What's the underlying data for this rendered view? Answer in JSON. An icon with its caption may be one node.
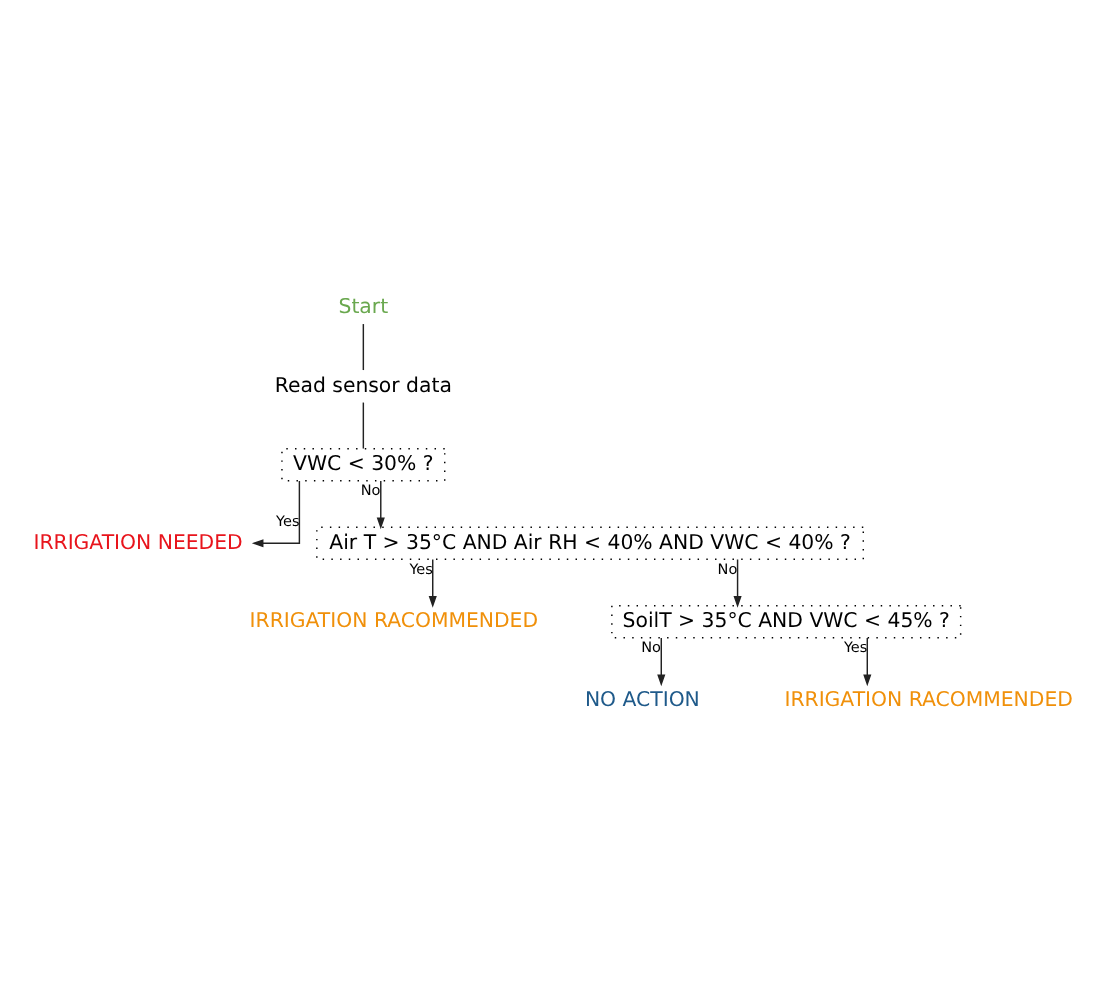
{
  "diagram": {
    "nodes": [
      {
        "text": [
          "Start"
        ]
      },
      {
        "text": [
          "Read sensor data"
        ]
      },
      {
        "text": [
          "VWC < 30% ?"
        ]
      },
      {
        "text": [
          "IRRIGATION NEEDED"
        ]
      },
      {
        "text": [
          "Air T > 35°C AND Air RH < 40% AND VWC < 40% ?"
        ]
      },
      {
        "text": [
          "IRRIGATION RACOMMENDED"
        ]
      },
      {
        "text": [
          "SoilT > 35°C AND VWC < 45% ?"
        ]
      },
      {
        "text": [
          "NO ACTION"
        ]
      },
      {
        "text": [
          "IRRIGATION RACOMMENDED"
        ]
      }
    ],
    "edges": [
      {
        "from": 0,
        "to": 1,
        "arrow": "none"
      },
      {
        "from": 1,
        "to": 2,
        "arrow": "none"
      },
      {
        "from": 2,
        "to": 4,
        "arrow": "to",
        "label": "No"
      },
      {
        "from": 2,
        "to": 3,
        "arrow": "to",
        "label": "Yes"
      },
      {
        "from": 4,
        "to": 6,
        "arrow": "to",
        "label": "No"
      },
      {
        "from": 4,
        "to": 5,
        "arrow": "to",
        "label": "Yes"
      },
      {
        "from": 6,
        "to": 7,
        "arrow": "to",
        "label": "No"
      },
      {
        "from": 6,
        "to": 8,
        "arrow": "to",
        "label": "Yes"
      }
    ]
  }
}
